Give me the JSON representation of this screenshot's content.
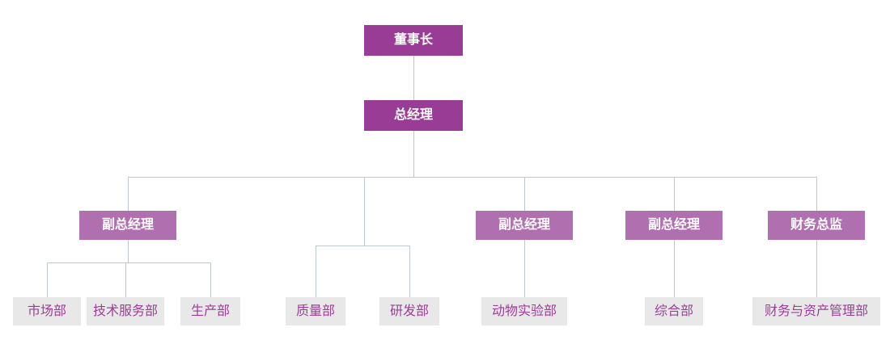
{
  "palette": {
    "level1_fill": "#993C95",
    "level2_fill": "#B06FAE",
    "leaf_fill": "#E8E8E8",
    "leaf_text": "#9C3E96",
    "box_text": "#FFFFFF",
    "line": "#BDC8D2",
    "canvas_bg": "#FFFFFF"
  },
  "org": {
    "chairman": {
      "label": "董事长"
    },
    "general_manager": {
      "label": "总经理"
    },
    "deputy_gm_1": {
      "label": "副总经理"
    },
    "deputy_gm_2": {
      "label": "副总经理"
    },
    "deputy_gm_3": {
      "label": "副总经理"
    },
    "finance_director": {
      "label": "财务总监"
    },
    "marketing_dept": {
      "label": "市场部"
    },
    "tech_service_dept": {
      "label": "技术服务部"
    },
    "production_dept": {
      "label": "生产部"
    },
    "quality_dept": {
      "label": "质量部"
    },
    "rnd_dept": {
      "label": "研发部"
    },
    "animal_lab_dept": {
      "label": "动物实验部"
    },
    "general_affairs_dept": {
      "label": "综合部"
    },
    "finance_asset_dept": {
      "label": "财务与资产管理部"
    }
  },
  "hierarchy": [
    {
      "parent": "chairman",
      "children": [
        "general_manager"
      ]
    },
    {
      "parent": "general_manager",
      "children": [
        "deputy_gm_1",
        "quality_dept",
        "rnd_dept",
        "deputy_gm_2",
        "deputy_gm_3",
        "finance_director"
      ]
    },
    {
      "parent": "deputy_gm_1",
      "children": [
        "marketing_dept",
        "tech_service_dept",
        "production_dept"
      ]
    },
    {
      "parent": "deputy_gm_2",
      "children": [
        "animal_lab_dept"
      ]
    },
    {
      "parent": "deputy_gm_3",
      "children": [
        "general_affairs_dept"
      ]
    },
    {
      "parent": "finance_director",
      "children": [
        "finance_asset_dept"
      ]
    }
  ]
}
